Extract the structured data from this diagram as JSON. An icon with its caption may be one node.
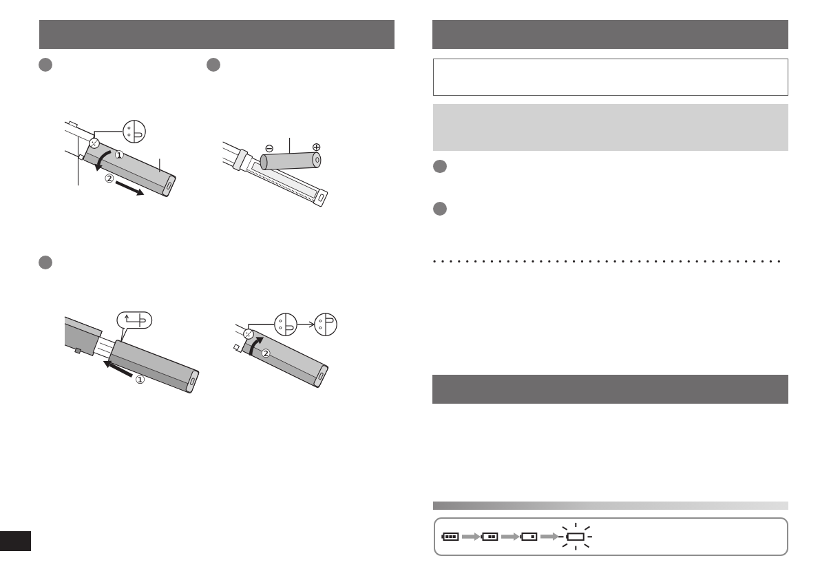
{
  "diagram": {
    "nodes": [
      {
        "text": [],
        "shape": "bar"
      },
      {
        "text": [],
        "shape": "circle"
      },
      {
        "text": [],
        "shape": "circle"
      },
      {
        "text": [],
        "shape": "circle"
      },
      {
        "text": [],
        "shape": "circle"
      },
      {
        "text": [],
        "shape": "circle"
      },
      {
        "text": [],
        "shape": "bar"
      },
      {
        "text": [],
        "shape": "box"
      },
      {
        "text": [],
        "shape": "box"
      },
      {
        "text": [],
        "shape": "bar"
      },
      {
        "text": [],
        "shape": "box"
      },
      {
        "text": [],
        "shape": "battery",
        "in": 10
      },
      {
        "text": [],
        "shape": "battery",
        "in": 10
      },
      {
        "text": [],
        "shape": "battery",
        "in": 10
      },
      {
        "text": [],
        "shape": "battery",
        "in": 10
      }
    ],
    "edges": [
      {
        "from": 1,
        "to": 2,
        "arrow": "none"
      },
      {
        "from": 4,
        "to": 5,
        "arrow": "to"
      },
      {
        "from": 4,
        "to": 3,
        "arrow": "none"
      },
      {
        "from": 11,
        "to": 12,
        "arrow": "to",
        "style": "thick",
        "color": "#9c9c9c"
      },
      {
        "from": 12,
        "to": 13,
        "arrow": "to",
        "style": "thick",
        "color": "#9c9c9c"
      },
      {
        "from": 13,
        "to": 14,
        "arrow": "to",
        "style": "thick",
        "color": "#9c9c9c"
      }
    ],
    "labels": [
      "①",
      "②",
      "⊖",
      "⊕",
      "①",
      "②"
    ]
  }
}
